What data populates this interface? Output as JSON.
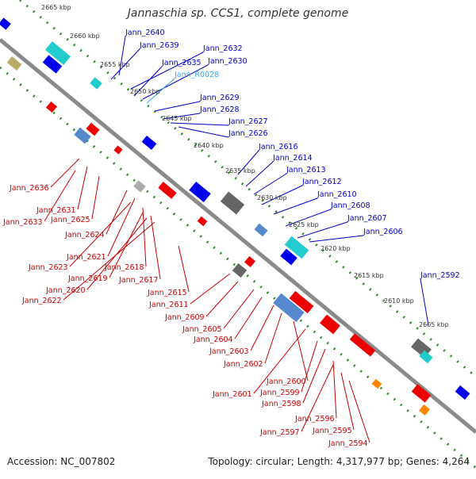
{
  "title": "Jannaschia sp. CCS1, complete genome",
  "footer": {
    "accession": "Accession: NC_007802",
    "summary": "Topology: circular; Length: 4,317,977 bp; Genes: 4,264"
  },
  "colors": {
    "backbone": "#8a8a8a",
    "tick": "#2e8b2e",
    "forward_label": "#0000cc",
    "reverse_label": "#cc0000",
    "rna_label": "#33aaee",
    "forward_gene": "#0000ee",
    "reverse_gene": "#ee0000"
  },
  "kbp_ticks": [
    "2665 kbp",
    "2660 kbp",
    "2655 kbp",
    "2650 kbp",
    "2645 kbp",
    "2640 kbp",
    "2635 kbp",
    "2630 kbp",
    "2625 kbp",
    "2620 kbp",
    "2615 kbp",
    "2610 kbp",
    "2605 kbp"
  ],
  "forward_labels": [
    "Jann_2640",
    "Jann_2639",
    "Jann_2632",
    "Jann_2635",
    "Jann_2630",
    "Jann_R0028",
    "Jann_2629",
    "Jann_2628",
    "Jann_2627",
    "Jann_2626",
    "Jann_2616",
    "Jann_2614",
    "Jann_2613",
    "Jann_2612",
    "Jann_2610",
    "Jann_2608",
    "Jann_2607",
    "Jann_2606",
    "Jann_2592"
  ],
  "reverse_labels": [
    "Jann_2636",
    "Jann_2631",
    "Jann_2633",
    "Jann_2625",
    "Jann_2624",
    "Jann_2621",
    "Jann_2623",
    "Jann_2618",
    "Jann_2619",
    "Jann_2617",
    "Jann_2620",
    "Jann_2622",
    "Jann_2615",
    "Jann_2611",
    "Jann_2609",
    "Jann_2605",
    "Jann_2604",
    "Jann_2603",
    "Jann_2602",
    "Jann_2600",
    "Jann_2601",
    "Jann_2599",
    "Jann_2598",
    "Jann_2596",
    "Jann_2597",
    "Jann_2595",
    "Jann_2594"
  ]
}
